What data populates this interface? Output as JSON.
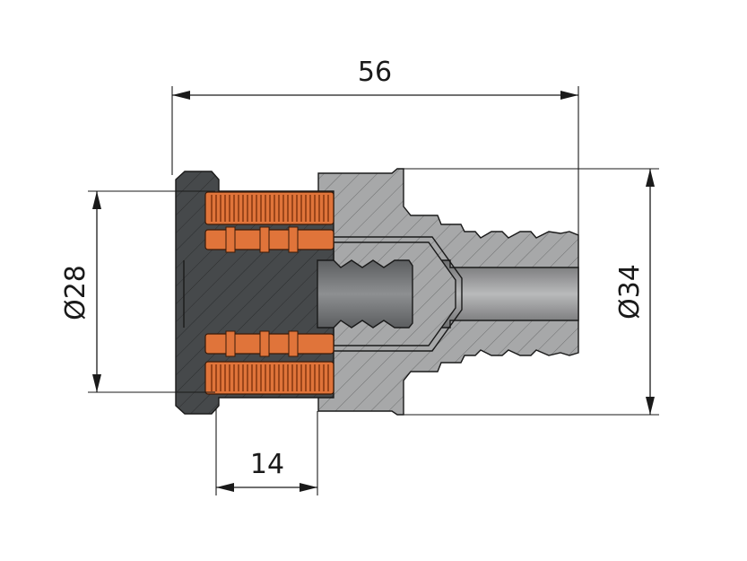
{
  "dimensions": {
    "overall_length": "56",
    "inner_diameter": "Ø28",
    "outer_diameter": "Ø34",
    "insert_length": "14"
  },
  "colors": {
    "background": "#ffffff",
    "dark_body": "#46494b",
    "grey_body": "#a7a8a9",
    "bore": "#8c8d8e",
    "copper": "#e0743a",
    "copper_dark": "#8a3a12",
    "line": "#1a1a1a"
  }
}
